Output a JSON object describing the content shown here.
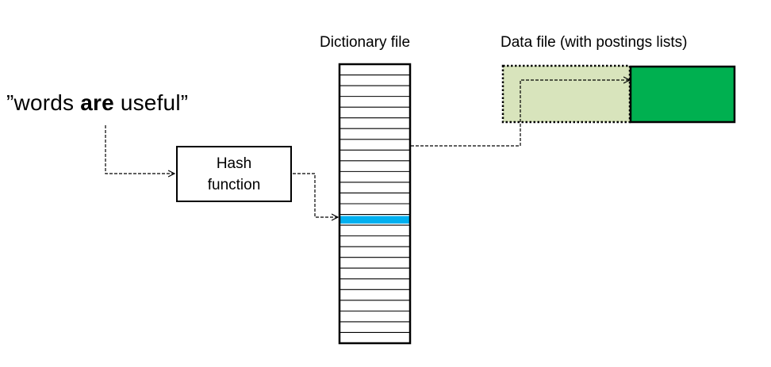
{
  "query": {
    "open_quote": "”",
    "word1": "words ",
    "word2": "are",
    "word3": " useful",
    "close_quote": "”"
  },
  "hash_box": {
    "line1": "Hash",
    "line2": "function"
  },
  "dictionary": {
    "label": "Dictionary file",
    "rows": 26,
    "highlight_row": 14
  },
  "data_file": {
    "label": "Data file (with postings lists)"
  },
  "colors": {
    "highlight": "#00b0f0",
    "postings_block": "#00b050",
    "postings_region": "#d8e4bc",
    "stroke": "#000000"
  }
}
